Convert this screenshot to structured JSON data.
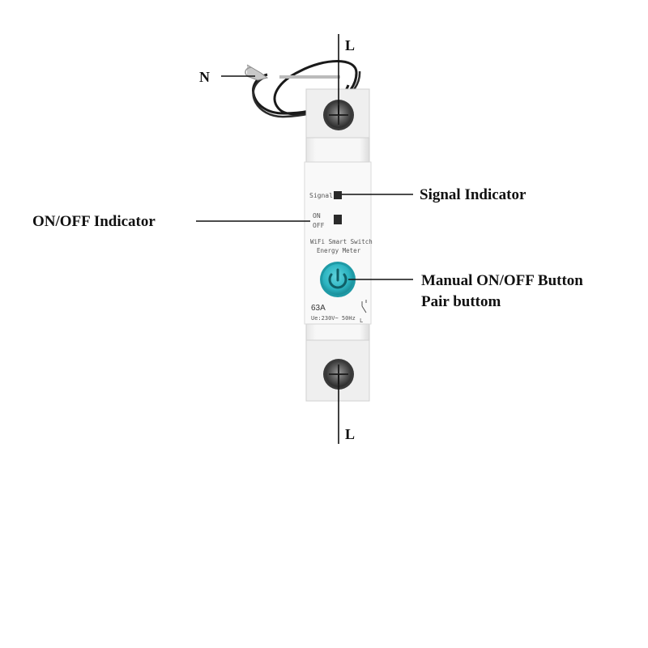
{
  "labels": {
    "top_line": "L",
    "neutral": "N",
    "bottom_line": "L",
    "signal_callout": "Signal Indicator",
    "onoff_callout": "ON/OFF Indicator",
    "button_callout_1": "Manual ON/OFF Button",
    "button_callout_2": "Pair buttom"
  },
  "device": {
    "signal_text": "Signal",
    "on_text": "ON",
    "off_text": "OFF",
    "model_line_1": "WiFi Smart Switch",
    "model_line_2": "Energy Meter",
    "rating": "63A",
    "voltage": "Ue:230V~ 50Hz",
    "symbol_line": "L"
  },
  "colors": {
    "button": "#2bb3c0",
    "body": "#f4f4f4",
    "line": "#111111"
  }
}
